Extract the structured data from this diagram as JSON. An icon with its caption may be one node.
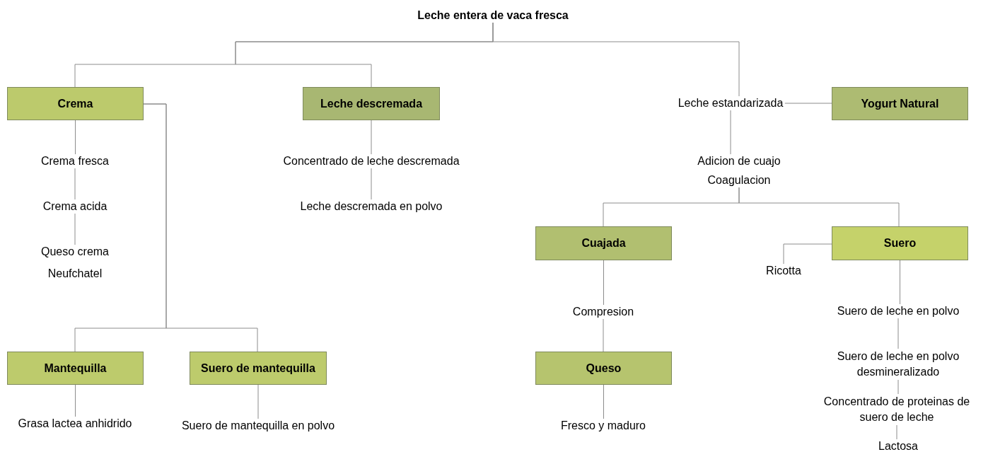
{
  "diagram": {
    "nodes": [
      {
        "text": [
          "Leche entera de vaca fresca"
        ]
      },
      {
        "text": [
          "Crema"
        ]
      },
      {
        "text": [
          "Leche descremada"
        ]
      },
      {
        "text": [
          "Leche estandarizada"
        ]
      },
      {
        "text": [
          "Yogurt Natural"
        ]
      },
      {
        "text": [
          "Crema fresca"
        ]
      },
      {
        "text": [
          "Concentrado de leche descremada"
        ]
      },
      {
        "text": [
          "Adicion de cuajo",
          "Coagulacion"
        ]
      },
      {
        "text": [
          "Crema acida"
        ]
      },
      {
        "text": [
          "Leche descremada en polvo"
        ]
      },
      {
        "text": [
          "Queso crema",
          "Neufchatel"
        ]
      },
      {
        "text": [
          "Cuajada"
        ]
      },
      {
        "text": [
          "Suero"
        ]
      },
      {
        "text": [
          "Ricotta"
        ]
      },
      {
        "text": [
          "Compresion"
        ]
      },
      {
        "text": [
          "Suero de leche en polvo"
        ]
      },
      {
        "text": [
          "Mantequilla"
        ]
      },
      {
        "text": [
          "Suero de mantequilla"
        ]
      },
      {
        "text": [
          "Queso"
        ]
      },
      {
        "text": [
          "Suero de leche en polvo desmineralizado"
        ]
      },
      {
        "text": [
          "Grasa lactea anhidrido"
        ]
      },
      {
        "text": [
          "Suero de mantequilla en polvo"
        ]
      },
      {
        "text": [
          "Fresco y maduro"
        ]
      },
      {
        "text": [
          "Concentrado de proteinas de suero de leche"
        ]
      },
      {
        "text": [
          "Lactosa"
        ]
      }
    ],
    "edges": [
      {
        "from": 0,
        "to": 1,
        "arrow": "none"
      },
      {
        "from": 0,
        "to": 2,
        "arrow": "none"
      },
      {
        "from": 0,
        "to": 3,
        "arrow": "none"
      },
      {
        "from": 3,
        "to": 4,
        "arrow": "none"
      },
      {
        "from": 1,
        "to": 5,
        "arrow": "none"
      },
      {
        "from": 5,
        "to": 8,
        "arrow": "none"
      },
      {
        "from": 8,
        "to": 10,
        "arrow": "none"
      },
      {
        "from": 1,
        "to": 16,
        "arrow": "none"
      },
      {
        "from": 1,
        "to": 17,
        "arrow": "none"
      },
      {
        "from": 2,
        "to": 6,
        "arrow": "none"
      },
      {
        "from": 6,
        "to": 9,
        "arrow": "none"
      },
      {
        "from": 3,
        "to": 7,
        "arrow": "none"
      },
      {
        "from": 7,
        "to": 11,
        "arrow": "none"
      },
      {
        "from": 7,
        "to": 12,
        "arrow": "none"
      },
      {
        "from": 12,
        "to": 13,
        "arrow": "none"
      },
      {
        "from": 11,
        "to": 14,
        "arrow": "none"
      },
      {
        "from": 14,
        "to": 18,
        "arrow": "none"
      },
      {
        "from": 18,
        "to": 22,
        "arrow": "none"
      },
      {
        "from": 12,
        "to": 15,
        "arrow": "none"
      },
      {
        "from": 15,
        "to": 19,
        "arrow": "none"
      },
      {
        "from": 19,
        "to": 23,
        "arrow": "none"
      },
      {
        "from": 23,
        "to": 24,
        "arrow": "none"
      },
      {
        "from": 16,
        "to": 20,
        "arrow": "none"
      },
      {
        "from": 17,
        "to": 21,
        "arrow": "none"
      }
    ]
  }
}
